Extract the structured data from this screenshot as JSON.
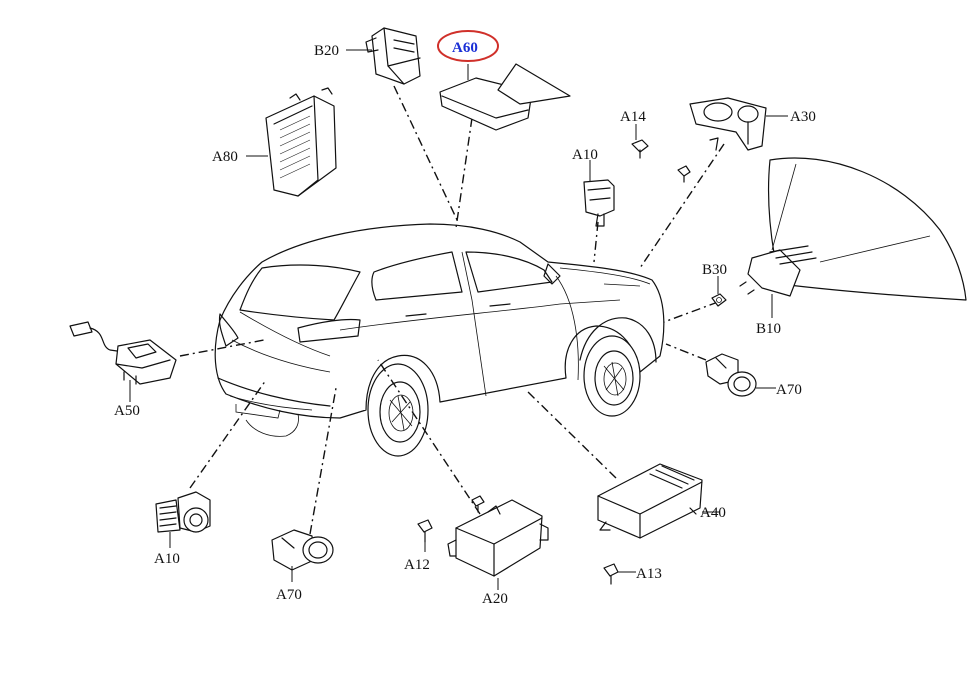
{
  "labels": {
    "b20": "B20",
    "a60": "A60",
    "a80": "A80",
    "a14": "A14",
    "a30": "A30",
    "a10_top": "A10",
    "b30": "B30",
    "b10": "B10",
    "a50": "A50",
    "a70_right": "A70",
    "a40": "A40",
    "a13": "A13",
    "a20": "A20",
    "a12": "A12",
    "a70_bottom": "A70",
    "a10_bottom": "A10"
  },
  "highlight": {
    "label_color": "#1a2fd6",
    "ring_color": "#d0302a"
  }
}
